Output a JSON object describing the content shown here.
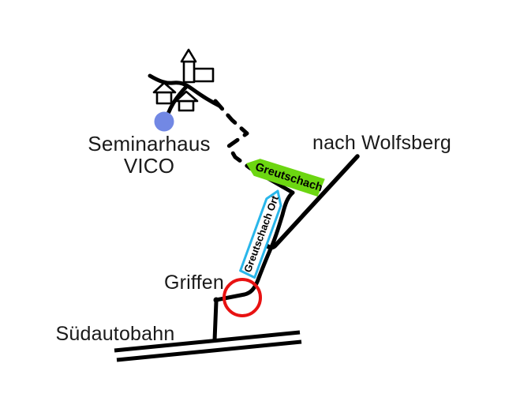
{
  "map": {
    "title_line1": "Seminarhaus",
    "title_line2": "VICO",
    "labels": {
      "wolfsberg": "nach Wolfsberg",
      "griffen": "Griffen",
      "suedautobahn": "Südautobahn"
    },
    "signs": {
      "greutschach": "Greutschach",
      "greutschach_ort": "Greutschach Ort"
    },
    "colors": {
      "road_black": "#000000",
      "sign_green_fill": "#6cd611",
      "sign_cyan_border": "#29b6ea",
      "marker_blue": "#7288e4",
      "junction_circle_red": "#e81212"
    }
  }
}
